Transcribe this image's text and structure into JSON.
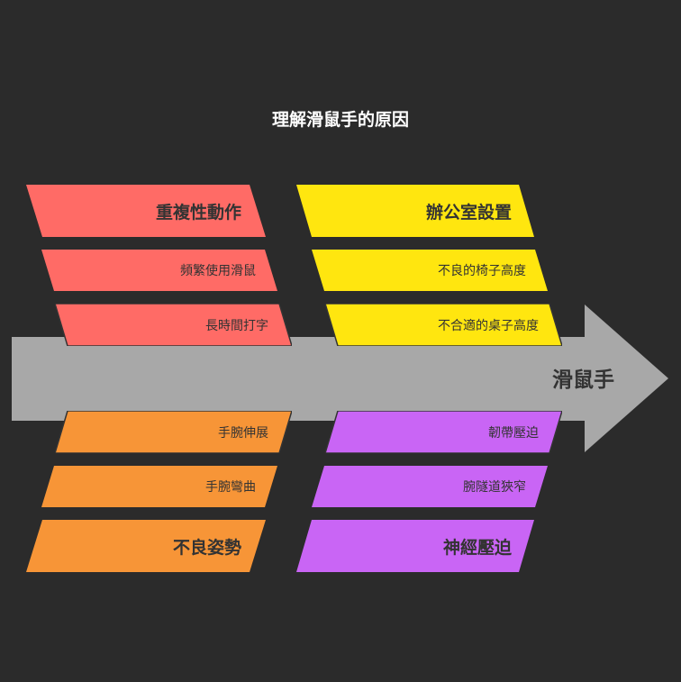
{
  "title": "理解滑鼠手的原因",
  "effect": "滑鼠手",
  "colors": {
    "background": "#2b2b2b",
    "spine": "#a8a8a8",
    "repetitive": "#ff6b66",
    "office": "#ffe60f",
    "posture": "#f79537",
    "nerve": "#c965f5"
  },
  "categories": [
    {
      "label": "重複性動作",
      "color_key": "repetitive",
      "causes": [
        "頻繁使用滑鼠",
        "長時間打字"
      ]
    },
    {
      "label": "辦公室設置",
      "color_key": "office",
      "causes": [
        "不良的椅子高度",
        "不合適的桌子高度"
      ]
    },
    {
      "label": "不良姿勢",
      "color_key": "posture",
      "causes": [
        "手腕伸展",
        "手腕彎曲"
      ]
    },
    {
      "label": "神經壓迫",
      "color_key": "nerve",
      "causes": [
        "韌帶壓迫",
        "腕隧道狹窄"
      ]
    }
  ]
}
